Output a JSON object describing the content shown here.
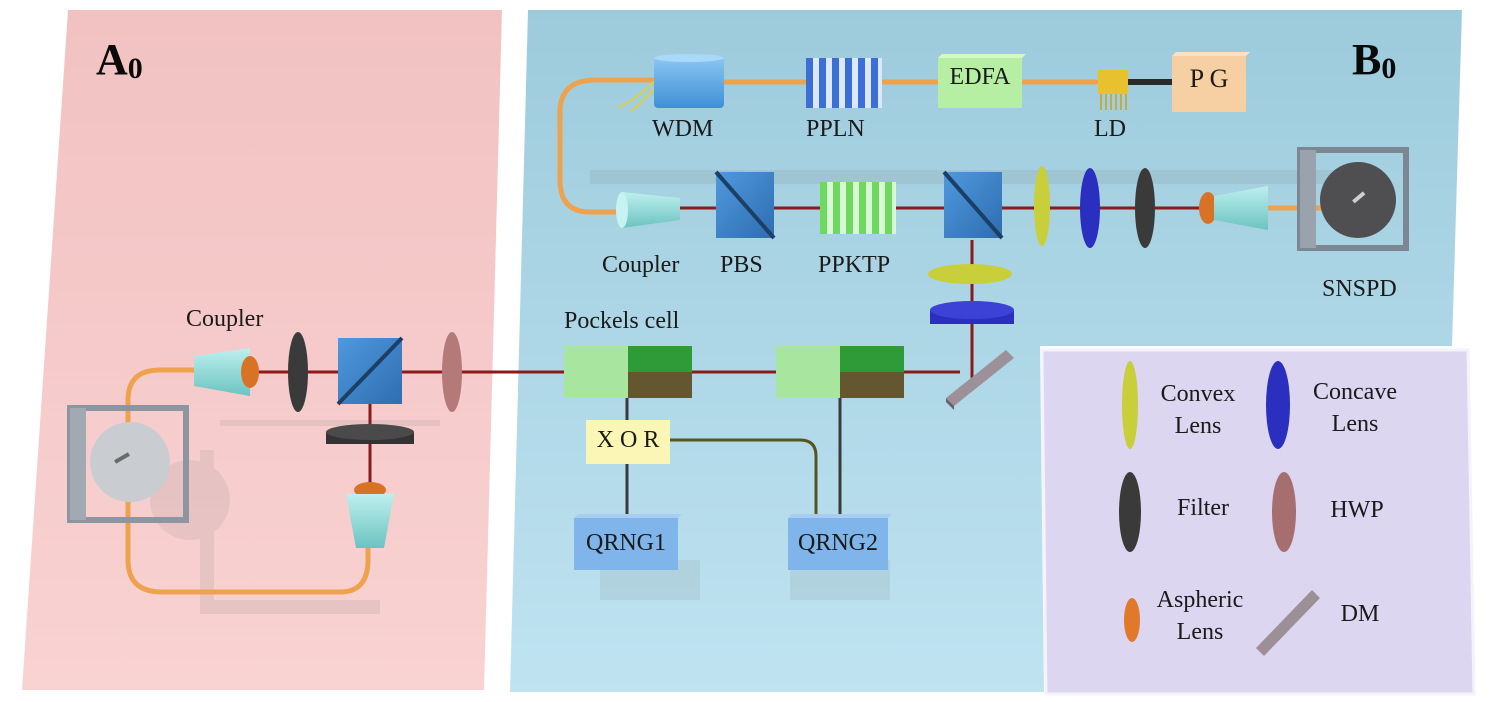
{
  "panels": {
    "left": {
      "title": "A",
      "subscript": "0"
    },
    "right": {
      "title": "B",
      "subscript": "0"
    }
  },
  "labels": {
    "coupler_a": "Coupler",
    "wdm": "WDM",
    "ppln": "PPLN",
    "edfa": "EDFA",
    "ld": "LD",
    "pg": "P G",
    "coupler_b": "Coupler",
    "pbs": "PBS",
    "ppktp": "PPKTP",
    "snspd": "SNSPD",
    "pockels": "Pockels cell",
    "xor": "X O R",
    "qrng1": "QRNG1",
    "qrng2": "QRNG2"
  },
  "legend": {
    "convex": "Convex\nLens",
    "concave": "Concave\nLens",
    "filter": "Filter",
    "hwp": "HWP",
    "aspheric": "Aspheric\nLens",
    "dm": "DM"
  },
  "colors": {
    "panel_a": "#f6c7c7",
    "panel_b": "#a9d3e3",
    "legend_bg": "#d9d4ef",
    "fiber": "#f0a64a",
    "beam": "#8b1a1a",
    "coupler": "#8fd6d4",
    "cube": "#3d86c9",
    "ppln": "#3b6fd6",
    "ppktp": "#7ee06f",
    "edfa": "#b9f0a8",
    "pg": "#f6cfa2",
    "xor": "#fbf6b5",
    "qrng": "#7fb5ea",
    "pockels_light": "#a8e6a0",
    "pockels_dark": "#2f9a38",
    "convex_lens": "#c8cf3a",
    "concave_lens": "#2a2fc0",
    "filter": "#3a3a3a",
    "hwp": "#b47a7a",
    "aspheric": "#e07a2a",
    "dm": "#9c8f96"
  }
}
